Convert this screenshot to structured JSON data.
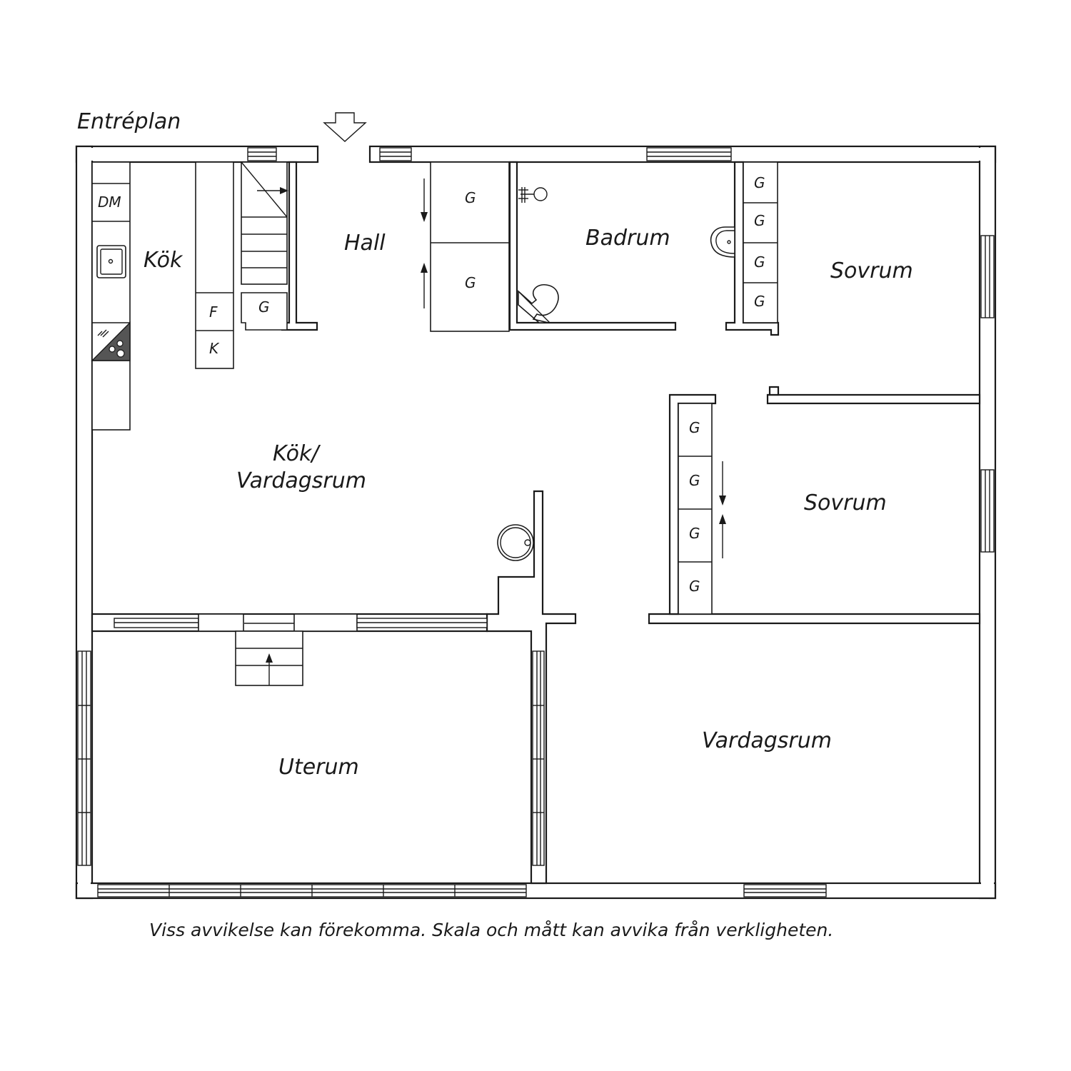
{
  "title": "Entréplan",
  "disclaimer": "Viss avvikelse kan förekomma. Skala och mått kan avvika från verkligheten.",
  "rooms": {
    "kok": "Kök",
    "hall": "Hall",
    "badrum": "Badrum",
    "sovrum_1": "Sovrum",
    "kok_vardagsrum_line1": "Kök/",
    "kok_vardagsrum_line2": "Vardagsrum",
    "sovrum_2": "Sovrum",
    "uterum": "Uterum",
    "vardagsrum": "Vardagsrum"
  },
  "fixtures": {
    "dishwasher": "DM",
    "fridge": "F",
    "freezer": "K",
    "closet": "G"
  },
  "colors": {
    "line": "#1a1a1a",
    "stove": "#555555",
    "background": "#ffffff"
  }
}
